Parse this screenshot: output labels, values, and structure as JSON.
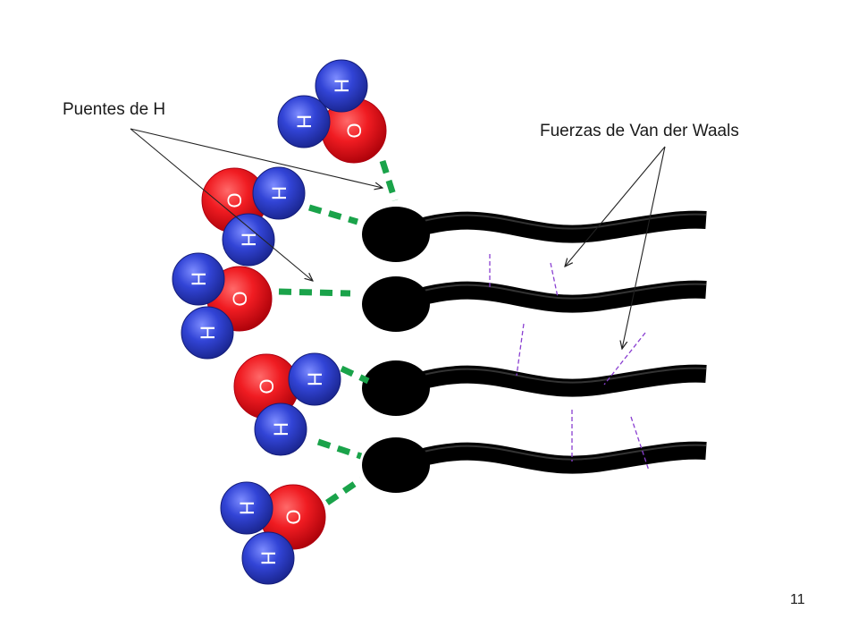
{
  "labels": {
    "hydrogen_bonds": "Puentes de H",
    "van_der_waals": "Fuerzas de Van der Waals",
    "page_number": "11"
  },
  "atoms": {
    "oxygen_symbol": "O",
    "hydrogen_symbol": "H"
  },
  "water_molecule_count": 5,
  "lipid_count": 4,
  "colors": {
    "oxygen": "#e3141b",
    "hydrogen": "#2a3ec9",
    "hydrogen_bond": "#1aa34a",
    "van_der_waals": "#8a3fd1",
    "lipid": "#000000"
  }
}
